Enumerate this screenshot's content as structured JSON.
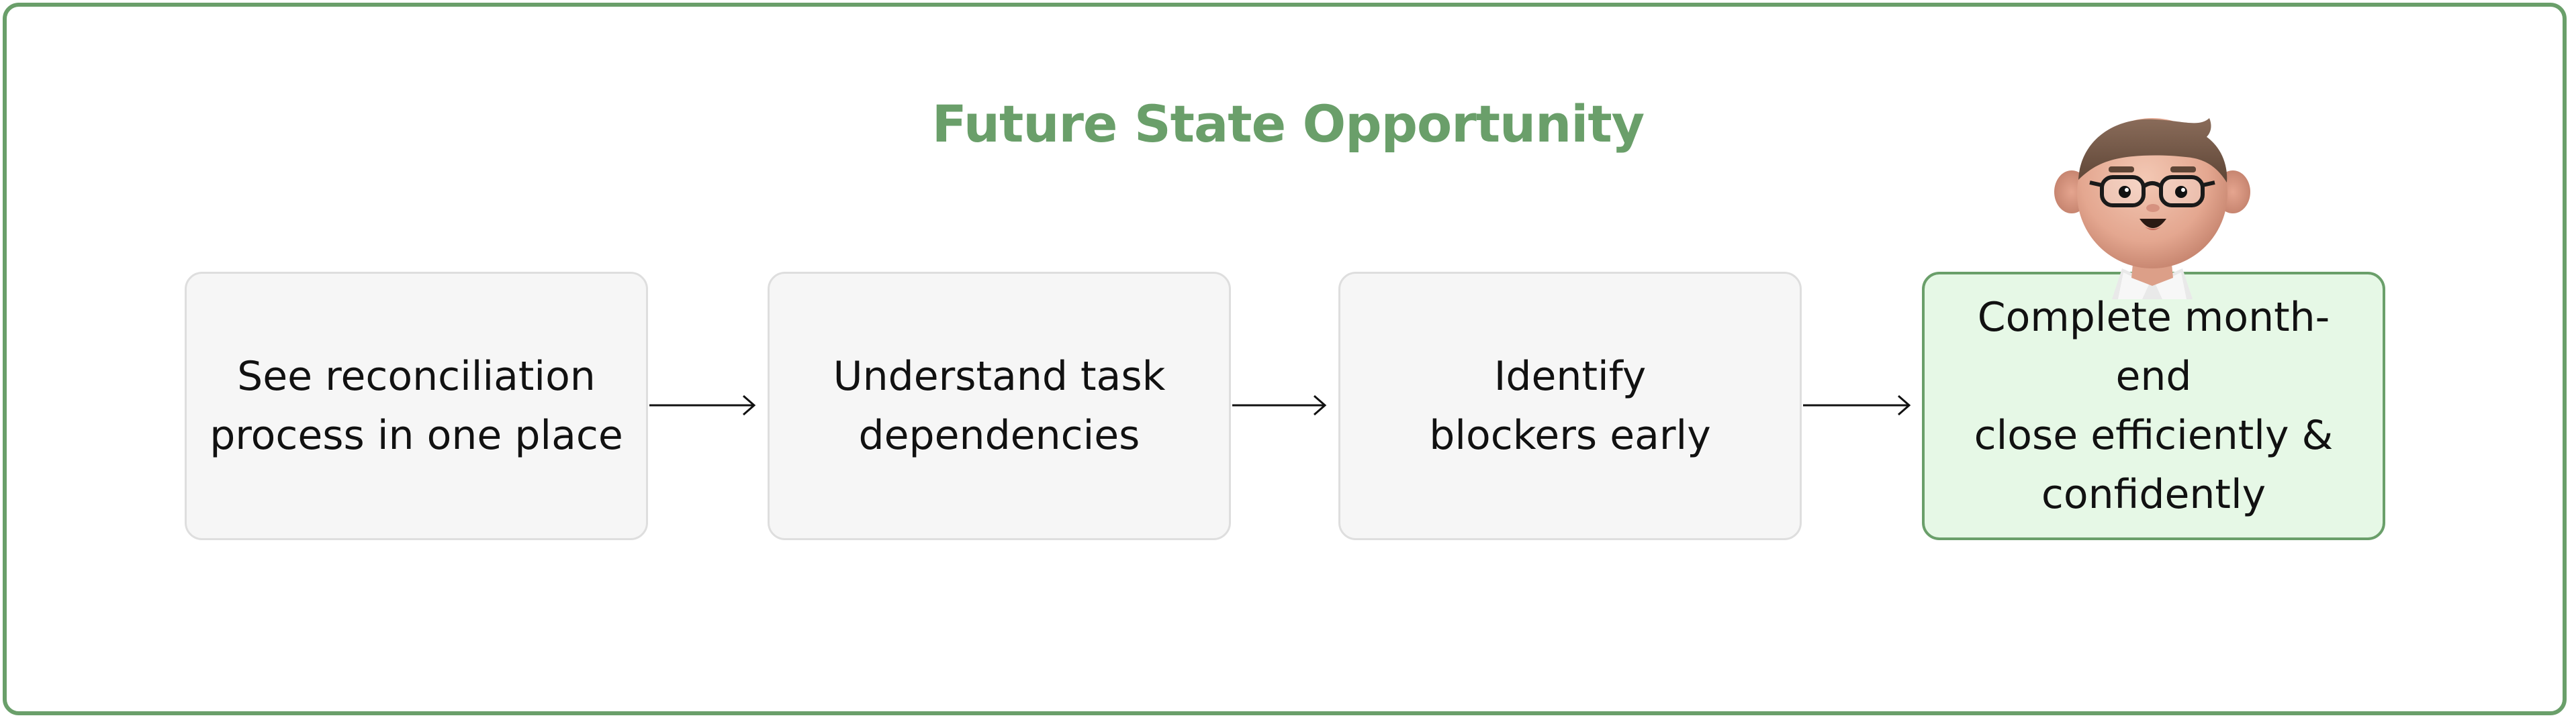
{
  "title": "Future State Opportunity",
  "steps": [
    {
      "label": "See reconciliation\nprocess in one place"
    },
    {
      "label": "Understand task\ndependencies"
    },
    {
      "label": "Identify\nblockers early"
    },
    {
      "label": "Complete month-end\nclose efficiently &\nconfidently"
    }
  ],
  "icons": {
    "avatar": "person-avatar-icon",
    "arrow": "arrow-right-icon"
  },
  "colors": {
    "accent": "#6a9f6a",
    "step_fill": "#f6f6f6",
    "step_border": "#dedede",
    "final_fill": "#e6f8e6",
    "text": "#111111"
  }
}
